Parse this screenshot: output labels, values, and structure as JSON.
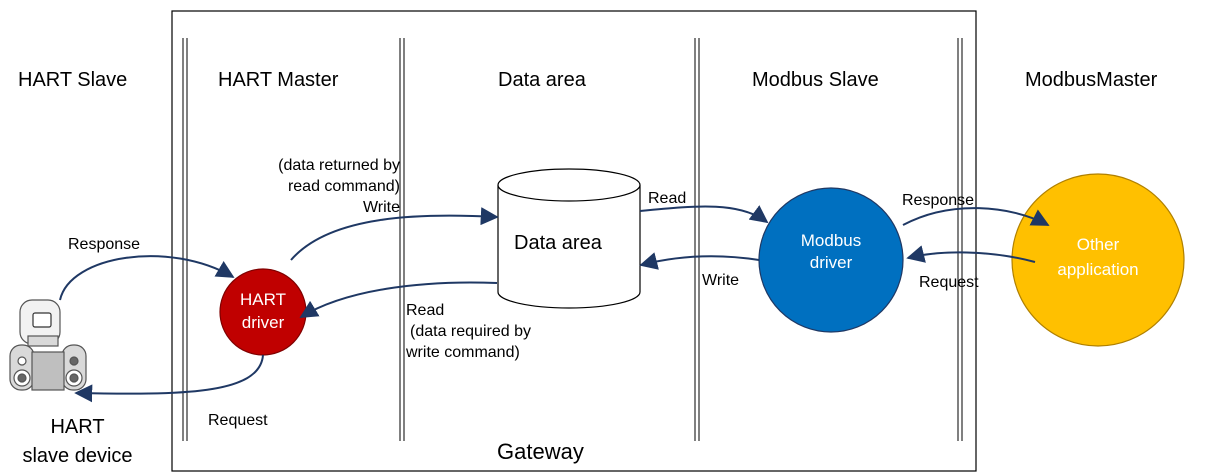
{
  "headers": {
    "hart_slave": "HART Slave",
    "hart_master": "HART Master",
    "data_area": "Data area",
    "modbus_slave": "Modbus Slave",
    "modbus_master": "ModbusMaster"
  },
  "nodes": {
    "hart_driver": [
      "HART",
      "driver"
    ],
    "data_area": "Data area",
    "modbus_driver": [
      "Modbus",
      "driver"
    ],
    "other_app": [
      "Other",
      "application"
    ],
    "slave_device": [
      "HART",
      "slave device"
    ]
  },
  "flows": {
    "response_left": "Response",
    "request_left": "Request",
    "write_upper_note": [
      "(data returned by",
      "read command)",
      "Write"
    ],
    "read_lower_note": [
      "Read",
      "(data required by",
      "write command)"
    ],
    "read_right": "Read",
    "write_right": "Write",
    "response_right": "Response",
    "request_right": "Request"
  },
  "footer": {
    "gateway": "Gateway"
  },
  "colors": {
    "hart_driver": "#c00000",
    "modbus_driver": "#0070c0",
    "other_app": "#ffc000",
    "arrow": "#1f3864"
  }
}
